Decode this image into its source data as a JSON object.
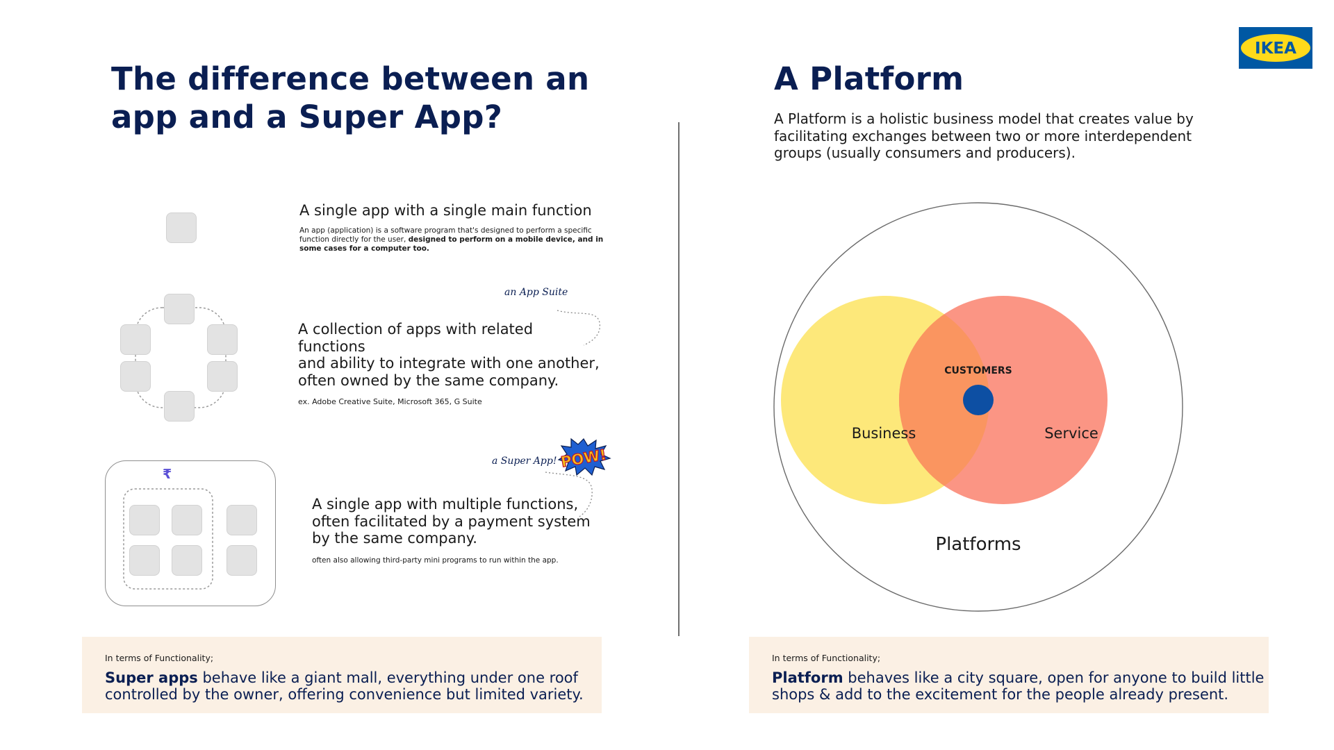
{
  "left": {
    "title_line1": "The difference between an",
    "title_line2": "app and a Super App?",
    "single_app": {
      "heading": "A single app with a single main function",
      "desc_line1": "An app (application) is a software program that's designed to perform a specific",
      "desc_line2_plain": "function directly for the user, ",
      "desc_line2_bold": "designed to perform on a mobile device, and in",
      "desc_line3_bold": "some cases for a computer too."
    },
    "app_suite": {
      "tag": "an App Suite",
      "line1": "A collection of apps with related functions",
      "line2": "and ability to integrate with one another,",
      "line3": "often owned by the same company.",
      "example": "ex. Adobe Creative Suite, Microsoft 365, G Suite"
    },
    "super_app": {
      "tag": "a Super App!",
      "pow": "POW!",
      "currency_symbol": "₹",
      "line1": "A single app with multiple functions,",
      "line2": "often facilitated by a payment system",
      "line3": "by the same company.",
      "note": "often also allowing third-party mini programs to run within the app."
    },
    "callout": {
      "label": "In terms of Functionality;",
      "bold": "Super apps",
      "line1_rest": " behave like a giant mall, everything under one roof",
      "line2": "controlled by the owner, offering convenience but limited variety."
    }
  },
  "right": {
    "title": "A Platform",
    "desc_line1": "A Platform is a holistic business model that creates value by",
    "desc_line2": "facilitating exchanges between two or more interdependent",
    "desc_line3": "groups (usually consumers and producers).",
    "venn": {
      "left_label": "Business",
      "right_label": "Service",
      "center_label": "CUSTOMERS",
      "outer_label": "Platforms",
      "colors": {
        "left": "#fde87a",
        "right": "#fb9584",
        "overlap": "#fa9560",
        "dot": "#0d4fa3"
      }
    },
    "callout": {
      "label": "In terms of Functionality;",
      "bold": "Platform",
      "line1_rest": " behaves like a city square, open for anyone to build little",
      "line2": "shops & add to the excitement for the people already present."
    }
  },
  "logo": {
    "text": "IKEA",
    "blue": "#0058a3",
    "yellow": "#ffda1a"
  }
}
